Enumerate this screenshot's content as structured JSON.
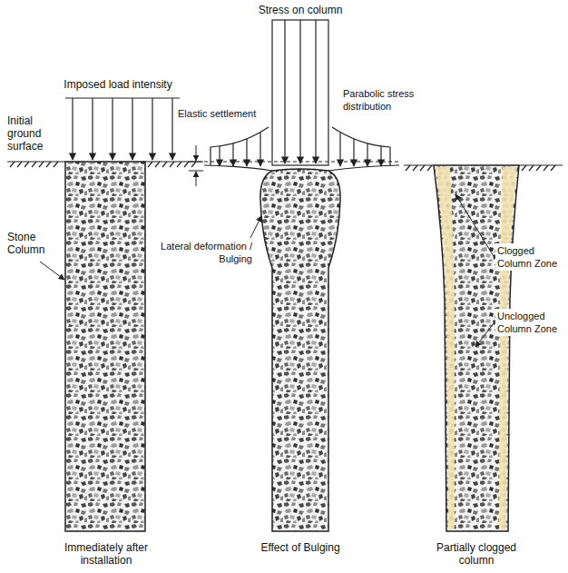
{
  "diagram": {
    "labels": [
      "Imposed load intensity",
      "Initial ground surface",
      "Stone Column",
      "Stress on column",
      "Elastic settlement",
      "Parabolic stress distribution",
      "Lateral deformation / Bulging",
      "Clogged Column Zone",
      "Unclogged Column Zone",
      "Immediately after installation",
      "Effect of Bulging",
      "Partially clogged column"
    ]
  }
}
